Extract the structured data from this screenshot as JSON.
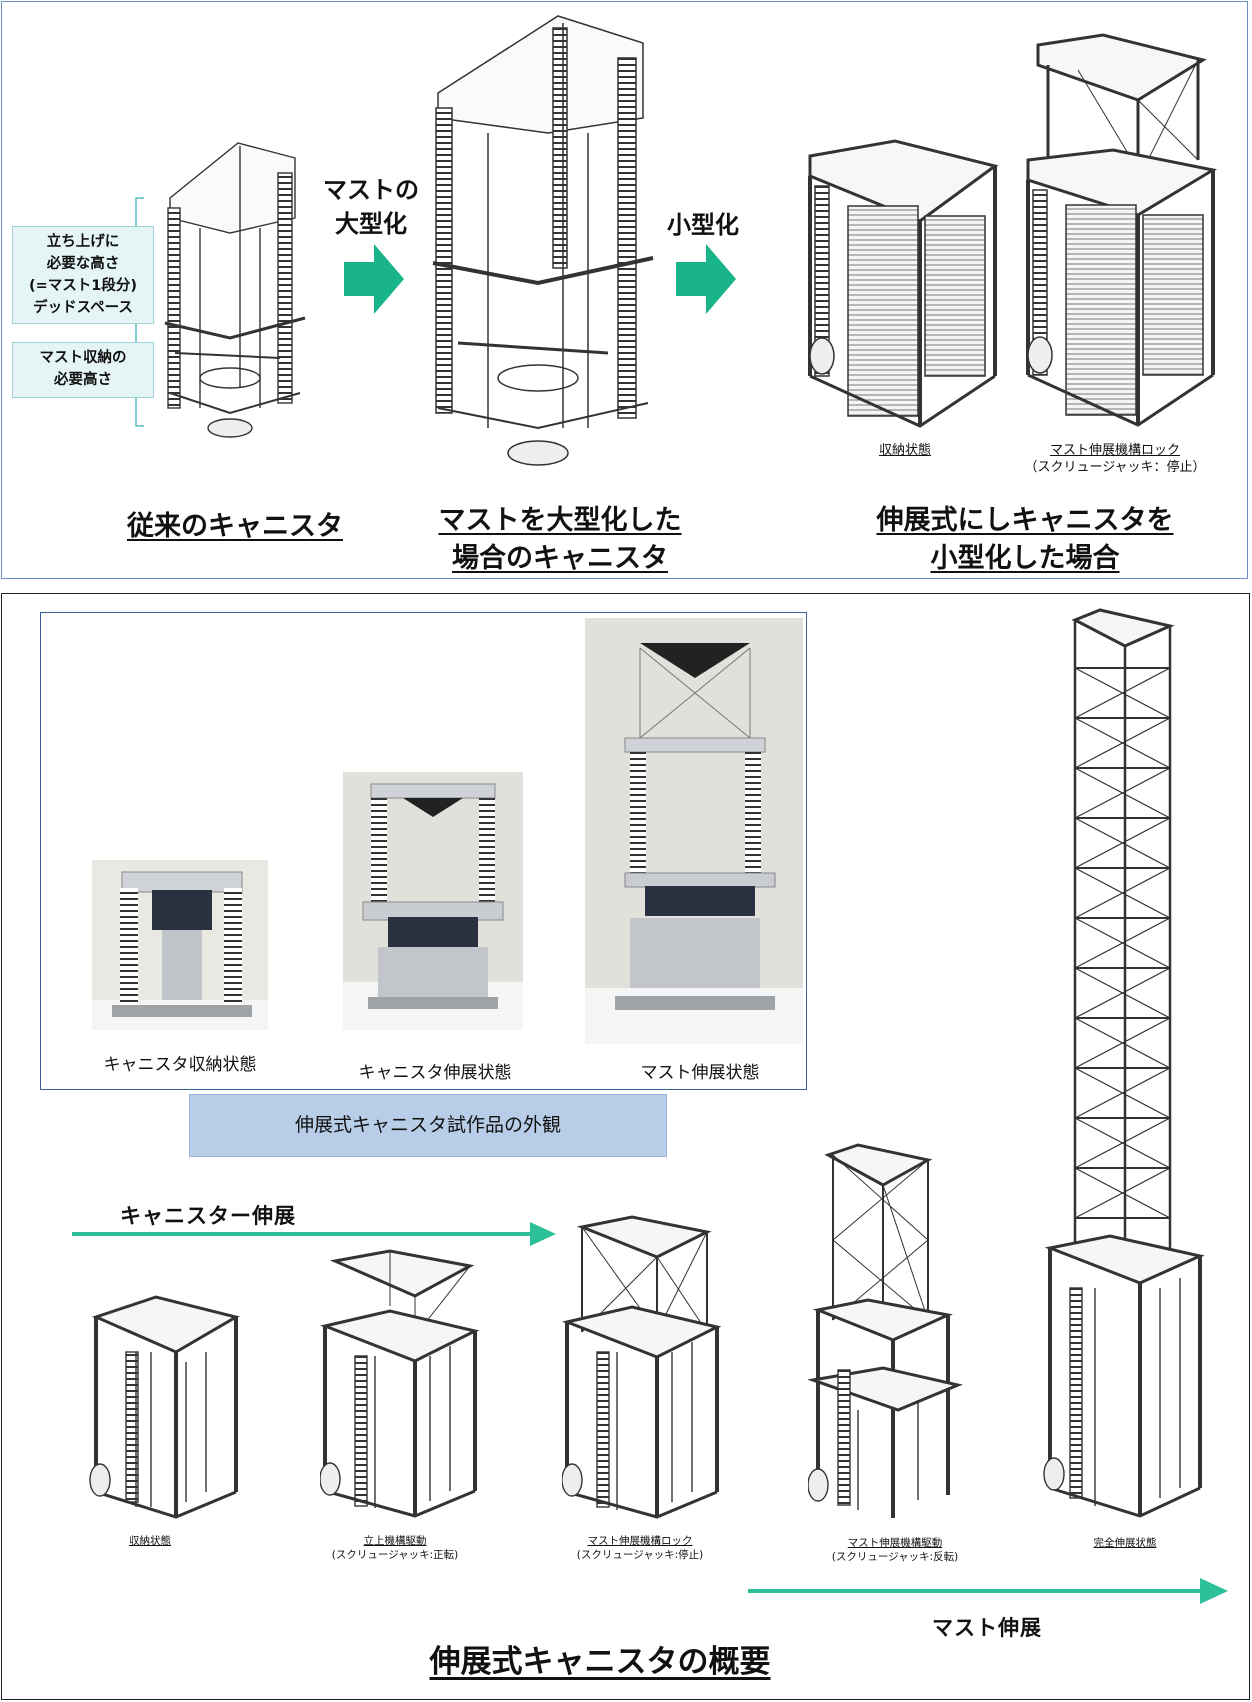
{
  "top": {
    "annotation_upper": [
      "立ち上げに",
      "必要な高さ",
      "(=マスト1段分)",
      "デッドスペース"
    ],
    "annotation_lower": [
      "マスト収納の",
      "必要高さ"
    ],
    "arrow1_label": [
      "マストの",
      "大型化"
    ],
    "arrow2_label": "小型化",
    "state_caption_1": "収納状態",
    "state_caption_2": "マスト伸展機構ロック",
    "state_caption_2_sub": "（スクリュージャッキ：停止）",
    "heading_1": "従来のキャニスタ",
    "heading_2": [
      "マストを大型化した",
      "場合のキャニスタ"
    ],
    "heading_3": [
      "伸展式にしキャニスタを",
      "小型化した場合"
    ]
  },
  "photos": {
    "labels": [
      "キャニスタ収納状態",
      "キャニスタ伸展状態",
      "マスト伸展状態"
    ],
    "caption": "伸展式キャニスタ試作品の外観"
  },
  "sequence": {
    "canister_extend_label": "キャニスター伸展",
    "mast_extend_label": "マスト伸展",
    "steps": [
      {
        "title": "収納状態",
        "sub": ""
      },
      {
        "title": "立上機構駆動",
        "sub": "(スクリュージャッキ:正転)"
      },
      {
        "title": "マスト伸展機構ロック",
        "sub": "(スクリュージャッキ:停止)"
      },
      {
        "title": "マスト伸展機構駆動",
        "sub": "(スクリュージャッキ:反転)"
      },
      {
        "title": "完全伸展状態",
        "sub": ""
      }
    ]
  },
  "main_title": "伸展式キャニスタの概要",
  "colors": {
    "arrow_green": "#19b48a",
    "progress_arrow": "#2dbf98",
    "caption_bg": "#b8cde7",
    "note_bg": "#e5f5f6"
  }
}
